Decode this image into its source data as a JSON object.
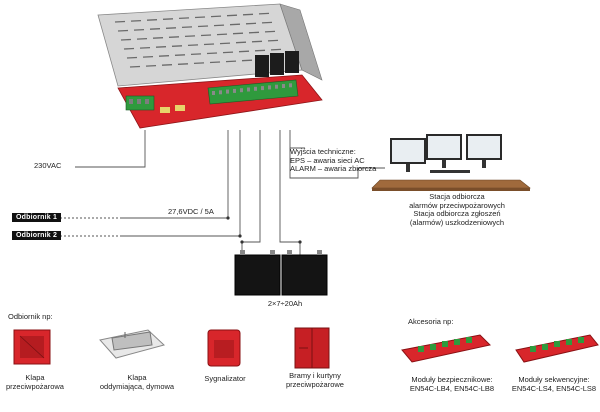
{
  "power_supply": {
    "input_label": "230VAC",
    "output_label": "27,6VDC / 5A"
  },
  "receivers": [
    {
      "label": "Odbiornik 1"
    },
    {
      "label": "Odbiornik 2"
    }
  ],
  "technical_outputs": {
    "title": "Wyjścia techniczne:",
    "lines": [
      "EPS – awaria sieci AC",
      "ALARM – awaria zbiorcza"
    ]
  },
  "station": {
    "lines": [
      "Stacja odbiorcza",
      "alarmów przeciwpożarowych",
      "Stacja odbiorcza zgłoszeń",
      "(alarmów) uszkodzeniowych"
    ]
  },
  "battery": {
    "label": "2×7÷20Ah"
  },
  "receiver_examples": {
    "heading": "Odbiornik np:",
    "items": [
      {
        "label": "Klapa\nprzeciwpożarowa"
      },
      {
        "label": "Klapa\noddymiająca, dymowa"
      },
      {
        "label": "Sygnalizator"
      },
      {
        "label": "Bramy i kurtyny\nprzeciwpożarowe"
      }
    ]
  },
  "accessories": {
    "heading": "Akcesoria np:",
    "items": [
      {
        "label": "Moduły bezpiecznikowe:\nEN54C-LB4, EN54C-LB8"
      },
      {
        "label": "Moduły sekwencyjne:\nEN54C-LS4, EN54C-LS8"
      }
    ]
  },
  "colors": {
    "pcb_red": "#d8262b",
    "terminal_green": "#2f9a3d",
    "housing_grey": "#c9c9c9",
    "line_grey": "#555555"
  }
}
